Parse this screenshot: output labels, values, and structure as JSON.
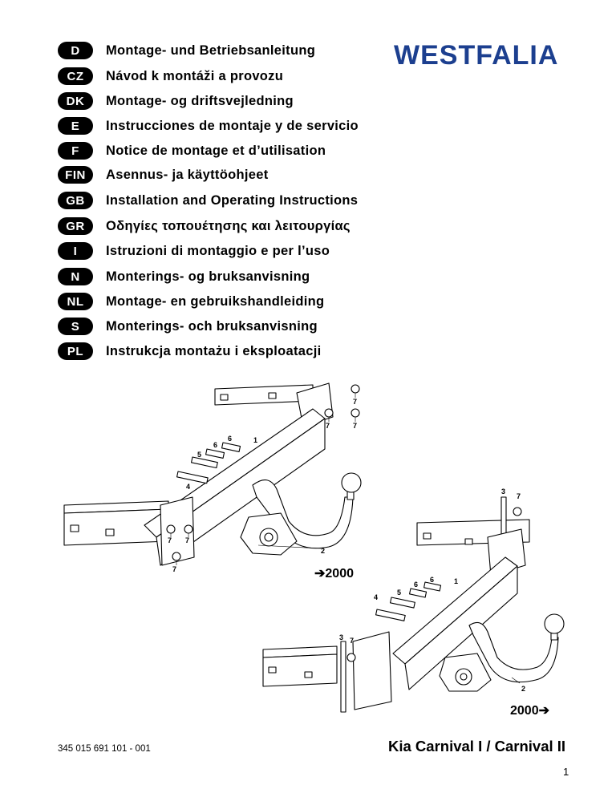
{
  "brand": {
    "logo_text": "WESTFALIA",
    "color": "#1c3f8f"
  },
  "languages": [
    {
      "code": "D",
      "title": "Montage- und Betriebsanleitung"
    },
    {
      "code": "CZ",
      "title": "Návod k montáži a provozu"
    },
    {
      "code": "DK",
      "title": "Montage- og driftsvejledning"
    },
    {
      "code": "E",
      "title": "Instrucciones de montaje y de servicio"
    },
    {
      "code": "F",
      "title": "Notice de montage et d’utilisation"
    },
    {
      "code": "FIN",
      "title": "Asennus- ja käyttöohjeet"
    },
    {
      "code": "GB",
      "title": "Installation and Operating Instructions"
    },
    {
      "code": "GR",
      "title": "Οδηγίες τοπουέτησης και λειτουργίας"
    },
    {
      "code": "I",
      "title": "Istruzioni di montaggio e per l’uso"
    },
    {
      "code": "N",
      "title": "Monterings- og bruksanvisning"
    },
    {
      "code": "NL",
      "title": "Montage- en gebruikshandleiding"
    },
    {
      "code": "S",
      "title": "Monterings- och bruksanvisning"
    },
    {
      "code": "PL",
      "title": "Instrukcja montażu i eksploatacji"
    }
  ],
  "diagram": {
    "upper_range": "➔2000",
    "lower_range": "2000➔",
    "part_labels": {
      "p1": "1",
      "p2": "2",
      "p3": "3",
      "p4": "4",
      "p5": "5",
      "p6": "6",
      "p7": "7"
    }
  },
  "footer": {
    "doc_number": "345 015 691 101 - 001",
    "vehicle": "Kia Carnival I / Carnival II",
    "page": "1"
  }
}
